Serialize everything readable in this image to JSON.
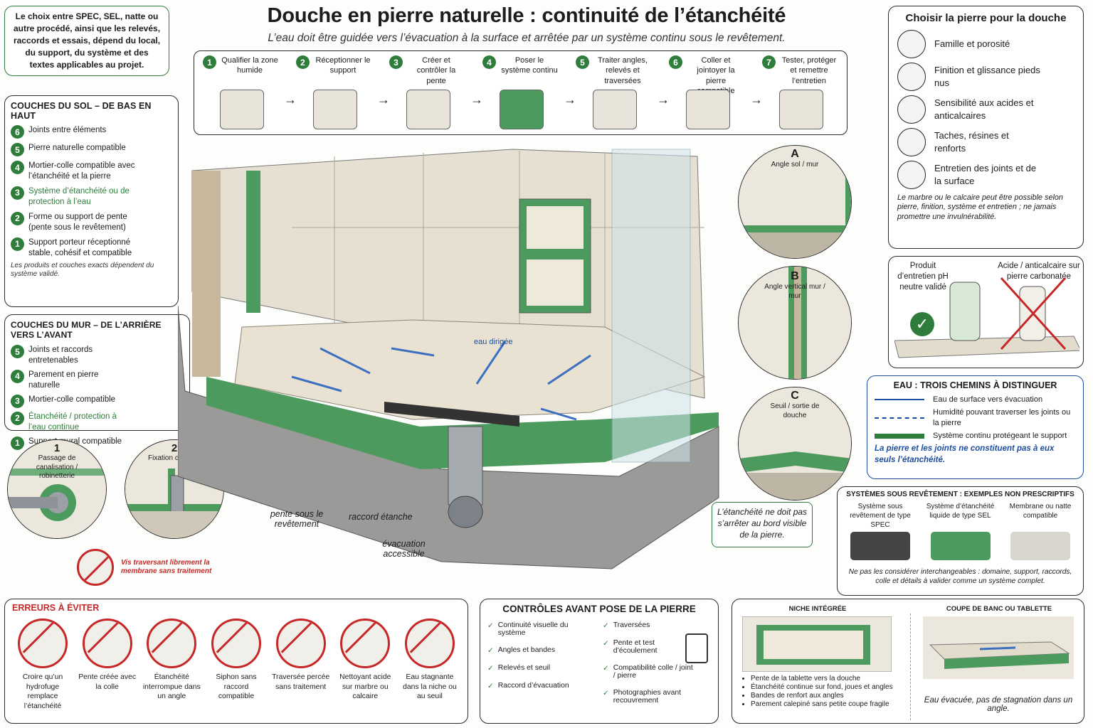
{
  "title": "Douche en pierre naturelle : continuité de l’étanchéité",
  "subtitle": "L’eau doit être guidée vers l’évacuation à la surface et arrêtée par un système continu sous le revêtement.",
  "intro_note": "Le choix entre SPEC, SEL, natte ou autre procédé, ainsi que les relevés, raccords et essais, dépend du local, du support, du système et des textes applicables au projet.",
  "steps": [
    {
      "n": "1",
      "label": "Qualifier la zone humide",
      "icon": "shower-icon"
    },
    {
      "n": "2",
      "label": "Réceptionner le support",
      "icon": "clipboard-check-icon"
    },
    {
      "n": "3",
      "label": "Créer et contrôler la pente",
      "icon": "level-icon"
    },
    {
      "n": "4",
      "label": "Poser le système continu",
      "icon": "paint-roller-icon"
    },
    {
      "n": "5",
      "label": "Traiter angles, relevés et traversées",
      "icon": "pipe-sleeve-icon"
    },
    {
      "n": "6",
      "label": "Coller et jointoyer la pierre compatible",
      "icon": "trowel-icon"
    },
    {
      "n": "7",
      "label": "Tester, protéger et remettre l’entretien",
      "icon": "shield-spray-icon"
    }
  ],
  "floor_layers": {
    "title": "COUCHES DU SOL – DE BAS EN HAUT",
    "items": [
      {
        "n": "6",
        "label": "Joints entre éléments"
      },
      {
        "n": "5",
        "label": "Pierre naturelle compatible"
      },
      {
        "n": "4",
        "label": "Mortier-colle compatible avec l’étanchéité et la pierre"
      },
      {
        "n": "3",
        "label": "Système d’étanchéité ou de protection à l’eau"
      },
      {
        "n": "2",
        "label": "Forme ou support de pente (pente sous le revêtement)"
      },
      {
        "n": "1",
        "label": "Support porteur réceptionné stable, cohésif et compatible"
      }
    ],
    "note": "Les produits et couches exacts dépendent du système validé."
  },
  "wall_layers": {
    "title": "COUCHES DU MUR – DE L’ARRIÈRE VERS L’AVANT",
    "items": [
      {
        "n": "5",
        "label": "Joints et raccords entretenables"
      },
      {
        "n": "4",
        "label": "Parement en pierre naturelle"
      },
      {
        "n": "3",
        "label": "Mortier-colle compatible"
      },
      {
        "n": "2",
        "label": "Étanchéité / protection à l’eau continue"
      },
      {
        "n": "1",
        "label": "Support mural compatible"
      }
    ]
  },
  "details_left": [
    {
      "n": "1",
      "label": "Passage de canalisation / robinetterie"
    },
    {
      "n": "2",
      "label": "Fixation de paroi"
    }
  ],
  "screw_warning": "Vis traversant librement la membrane sans traitement",
  "center_labels": {
    "water_directed": "eau dirigée",
    "slope": "pente sous le revêtement",
    "seal": "raccord étanche",
    "drain": "évacuation accessible",
    "edge_note": "L’étanchéité ne doit pas s’arrêter au bord visible de la pierre."
  },
  "details_right": [
    {
      "letter": "A",
      "label": "Angle sol / mur"
    },
    {
      "letter": "B",
      "label": "Angle vertical mur / mur"
    },
    {
      "letter": "C",
      "label": "Seuil / sortie de douche"
    }
  ],
  "stone_choice": {
    "title": "Choisir la pierre pour la douche",
    "items": [
      {
        "icon": "drops-icon",
        "label": "Famille et porosité"
      },
      {
        "icon": "footprint-icon",
        "label": "Finition et glissance pieds nus"
      },
      {
        "icon": "test-tube-icon",
        "label": "Sensibilité aux acides et anticalcaires"
      },
      {
        "icon": "stain-icon",
        "label": "Taches, résines et renforts"
      },
      {
        "icon": "brush-icon",
        "label": "Entretien des joints et de la surface"
      }
    ],
    "note": "Le marbre ou le calcaire peut être possible selon pierre, finition, système et entretien ; ne jamais promettre une invulnérabilité."
  },
  "products": {
    "ok": "Produit d’entretien pH neutre validé",
    "ko": "Acide / anticalcaire sur pierre carbonatée"
  },
  "water_paths": {
    "title": "EAU : TROIS CHEMINS À DISTINGUER",
    "items": [
      {
        "style": "solid",
        "label": "Eau de surface vers évacuation"
      },
      {
        "style": "dashed",
        "label": "Humidité pouvant traverser les joints ou la pierre"
      },
      {
        "style": "band",
        "label": "Système continu protégeant le support"
      }
    ],
    "note": "La pierre et les joints ne constituent pas à eux seuls l’étanchéité.",
    "colors": {
      "solid": "#1d4e9e",
      "band": "#2f7d3a"
    }
  },
  "systems": {
    "title": "SYSTÈMES SOUS REVÊTEMENT : EXEMPLES NON PRESCRIPTIFS",
    "items": [
      {
        "label": "Système sous revêtement de type SPEC"
      },
      {
        "label": "Système d’étanchéité liquide de type SEL"
      },
      {
        "label": "Membrane ou natte compatible"
      }
    ],
    "note": "Ne pas les considérer interchangeables : domaine, support, raccords, colle et détails à valider comme un système complet."
  },
  "errors": {
    "title": "ERREURS À ÉVITER",
    "items": [
      "Croire qu’un hydrofuge remplace l’étanchéité",
      "Pente créée avec la colle",
      "Étanchéité interrompue dans un angle",
      "Siphon sans raccord compatible",
      "Traversée percée sans traitement",
      "Nettoyant acide sur marbre ou calcaire",
      "Eau stagnante dans la niche ou au seuil"
    ]
  },
  "checks": {
    "title": "CONTRÔLES AVANT POSE DE LA PIERRE",
    "col1": [
      "Continuité visuelle du système",
      "Angles et bandes",
      "Relevés et seuil",
      "Raccord d’évacuation"
    ],
    "col2": [
      "Traversées",
      "Pente et test d’écoulement",
      "Compatibilité colle / joint / pierre",
      "Photographies avant recouvrement"
    ]
  },
  "niche": {
    "title": "NICHE INTÉGRÉE",
    "bullets": [
      "Pente de la tablette vers la douche",
      "Étanchéité continue sur fond, joues et angles",
      "Bandes de renfort aux angles",
      "Parement calepiné sans petite coupe fragile"
    ]
  },
  "bench": {
    "title": "COUPE DE BANC OU TABLETTE",
    "note": "Eau évacuée, pas de stagnation dans un angle."
  }
}
